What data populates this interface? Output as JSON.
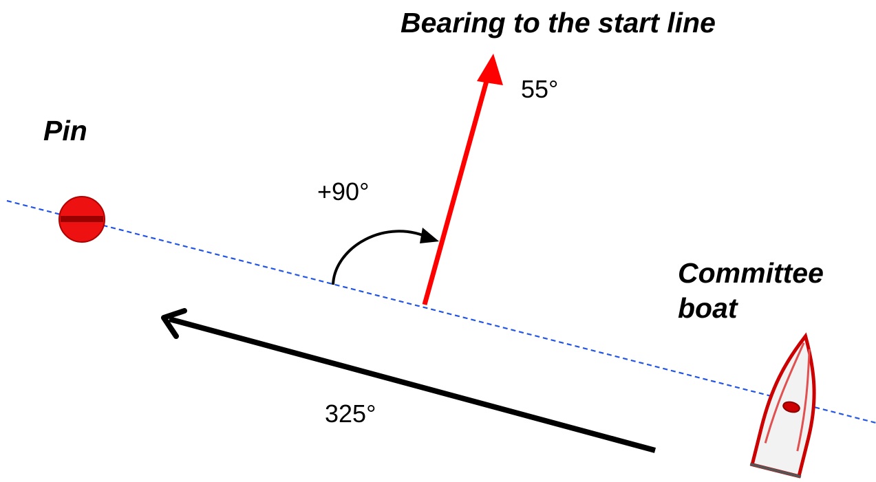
{
  "diagram": {
    "title": "Bearing to the start line",
    "pin_label": "Pin",
    "committee_label_line1": "Committee",
    "committee_label_line2": "boat",
    "bearing_value": "55°",
    "offset_value": "+90°",
    "line_bearing_value": "325°"
  },
  "colors": {
    "start_line": "#2255e6",
    "bearing_arrow": "#ff0000",
    "line_bearing_arrow": "#000000",
    "pin_mark": "#ff0000",
    "boat_outline": "#cc0000",
    "boat_hull": "#f2f2f2"
  },
  "icons": {
    "pin": "buoy-icon",
    "committee_boat": "boat-icon"
  }
}
